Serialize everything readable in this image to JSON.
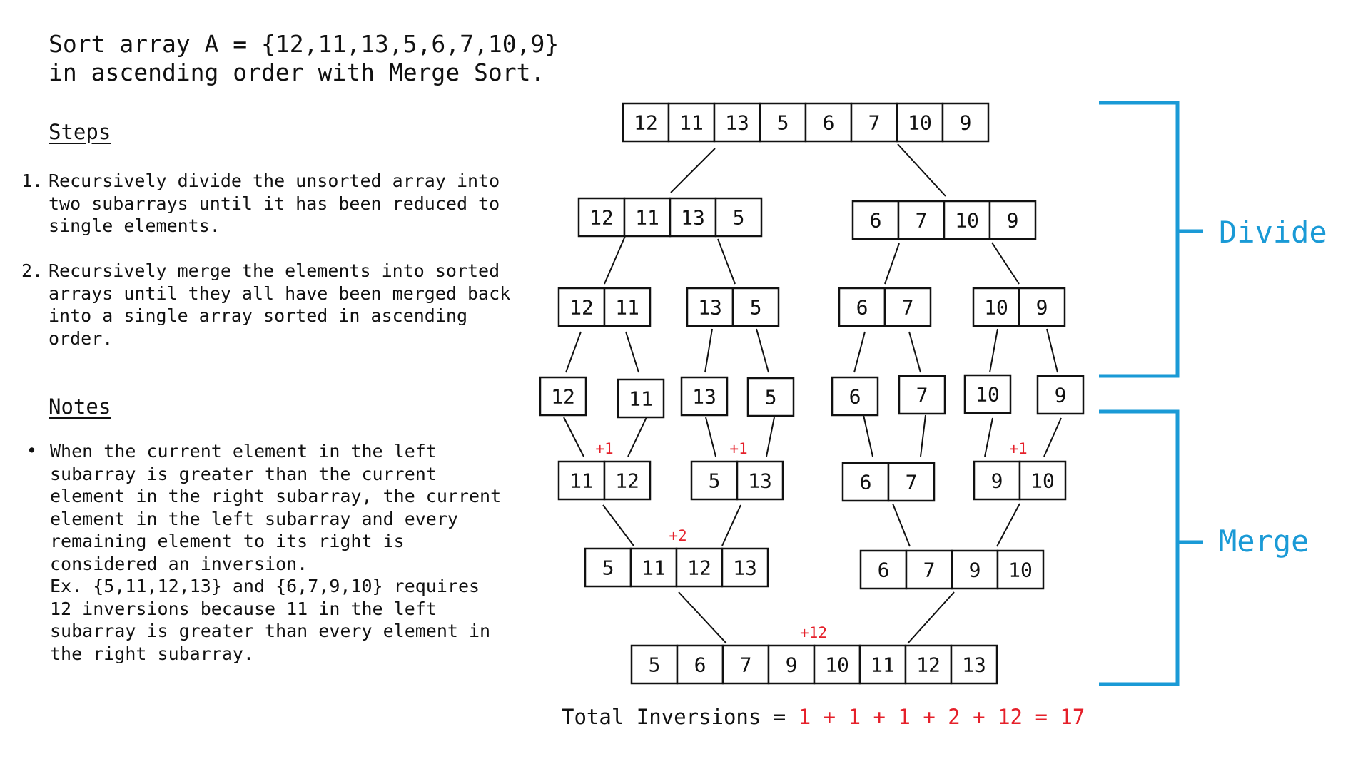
{
  "title": {
    "line1": "Sort array A = {12,11,13,5,6,7,10,9}",
    "line2": "in ascending order with Merge Sort."
  },
  "steps": {
    "heading": "Steps",
    "items": [
      {
        "number": "1.",
        "lines": [
          "Recursively divide the unsorted array into",
          "two subarrays until it has been reduced to",
          "single elements."
        ]
      },
      {
        "number": "2.",
        "lines": [
          "Recursively merge the elements into sorted",
          "arrays until they all have been merged back",
          "into a single array sorted in ascending",
          "order."
        ]
      }
    ]
  },
  "notes": {
    "heading": "Notes",
    "bullet": "•",
    "lines": [
      "When the current element in the left",
      "subarray is greater than the current",
      "element in the right subarray, the current",
      "element in the left subarray and every",
      "remaining element to its right is",
      "considered an inversion.",
      "Ex. {5,11,12,13} and {6,7,9,10} requires",
      "12 inversions because 11 in the left",
      "subarray is greater than every element in",
      "the right subarray."
    ]
  },
  "diagram": {
    "arrays": [
      [
        12,
        11,
        13,
        5,
        6,
        7,
        10,
        9
      ],
      [
        12,
        11,
        13,
        5
      ],
      [
        6,
        7,
        10,
        9
      ],
      [
        12,
        11
      ],
      [
        13,
        5
      ],
      [
        6,
        7
      ],
      [
        10,
        9
      ],
      [
        12
      ],
      [
        11
      ],
      [
        13
      ],
      [
        5
      ],
      [
        6
      ],
      [
        7
      ],
      [
        10
      ],
      [
        9
      ],
      [
        11,
        12
      ],
      [
        5,
        13
      ],
      [
        6,
        7
      ],
      [
        9,
        10
      ],
      [
        5,
        11,
        12,
        13
      ],
      [
        6,
        7,
        9,
        10
      ],
      [
        5,
        6,
        7,
        9,
        10,
        11,
        12,
        13
      ]
    ],
    "inversion_labels": [
      "+1",
      "+1",
      "+1",
      "+2",
      "+12"
    ],
    "divide_label": "Divide",
    "merge_label": "Merge"
  },
  "total": {
    "label": "Total Inversions = ",
    "expression": "1 + 1 + 1 + 2 + 12 = 17"
  },
  "colors": {
    "accent_red": "#e5202a",
    "bracket_blue": "#1a9ad6"
  }
}
